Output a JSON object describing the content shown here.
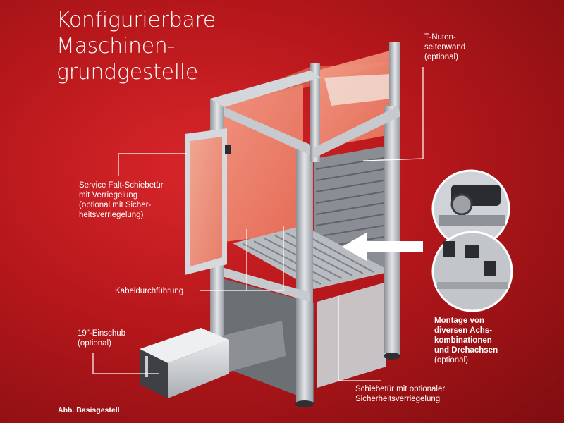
{
  "title": {
    "line1": "Konfigurierbare",
    "line2": "Maschinen-",
    "line3": "grundgestelle"
  },
  "labels": {
    "t_nuten": [
      "T-Nuten-",
      "seitenwand",
      "(optional)"
    ],
    "service_tuer": [
      "Service Falt-Schiebetür",
      "mit Verriegelung",
      "(optional mit Sicher-",
      "heitsverriegelung)"
    ],
    "kabel": [
      "Kabeldurchführung"
    ],
    "einschub": [
      "19\"-Einschub",
      "(optional)"
    ],
    "montage": [
      "Montage von",
      "diversen Achs-",
      "kombinationen",
      "und Drehachsen"
    ],
    "montage_optional": "(optional)",
    "schiebetuer": [
      "Schiebetür mit optionaler",
      "Sicherheitsverriegelung"
    ]
  },
  "caption": "Abb. Basisgestell",
  "colors": {
    "background": "#b3161a",
    "text": "#ffffff",
    "frame": "#c9ccd0",
    "glass": "#f08a6e"
  }
}
